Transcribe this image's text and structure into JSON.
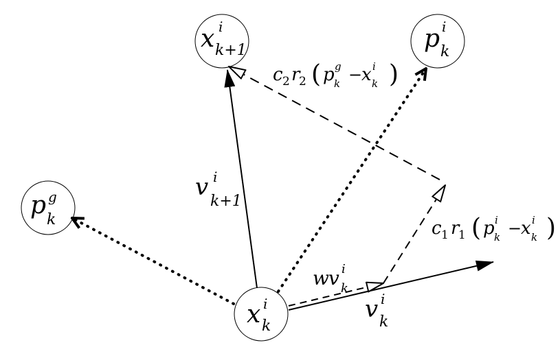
{
  "nodes": {
    "x_k_i": {
      "base": "x",
      "sup": "i",
      "sub": "k"
    },
    "x_k1_i": {
      "base": "x",
      "sup": "i",
      "sub": "k+1"
    },
    "p_k_i": {
      "base": "p",
      "sup": "i",
      "sub": "k"
    },
    "p_k_g": {
      "base": "p",
      "sup": "g",
      "sub": "k"
    }
  },
  "labels": {
    "v_k1_i": {
      "base": "v",
      "sup": "i",
      "sub": "k+1"
    },
    "v_k_i": {
      "base": "v",
      "sup": "i",
      "sub": "k"
    },
    "w_v_k_i": {
      "pre": "w",
      "base": "v",
      "sup": "i",
      "sub": "k"
    },
    "social": {
      "c": "c",
      "c_sub": "2",
      "r": "r",
      "r_sub": "2",
      "open": "(",
      "p": "p",
      "p_sup": "g",
      "p_sub": "k",
      "minus": "−",
      "x": "x",
      "x_sup": "i",
      "x_sub": "k",
      "close": ")"
    },
    "cognitive": {
      "c": "c",
      "c_sub": "1",
      "r": "r",
      "r_sub": "1",
      "open": "(",
      "p": "p",
      "p_sup": "i",
      "p_sub": "k",
      "minus": "−",
      "x": "x",
      "x_sup": "i",
      "x_sub": "k",
      "close": ")"
    }
  }
}
